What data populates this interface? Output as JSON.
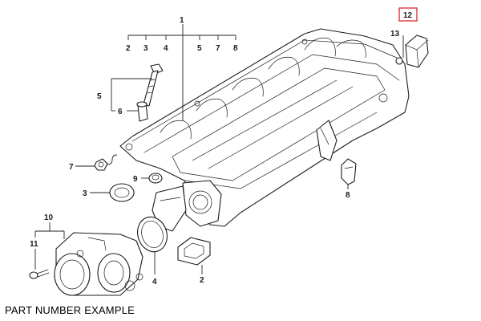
{
  "caption": "PART NUMBER EXAMPLE",
  "callouts": {
    "c1": "1",
    "c2a": "2",
    "c3a": "3",
    "c4a": "4",
    "c5a": "5",
    "c7a": "7",
    "c8a": "8",
    "c5b": "5",
    "c6": "6",
    "c7b": "7",
    "c9": "9",
    "c3b": "3",
    "c10": "10",
    "c11": "11",
    "c4b": "4",
    "c2b": "2",
    "c8b": "8",
    "c12": "12",
    "c13": "13"
  },
  "highlight_color": "#d9161c"
}
